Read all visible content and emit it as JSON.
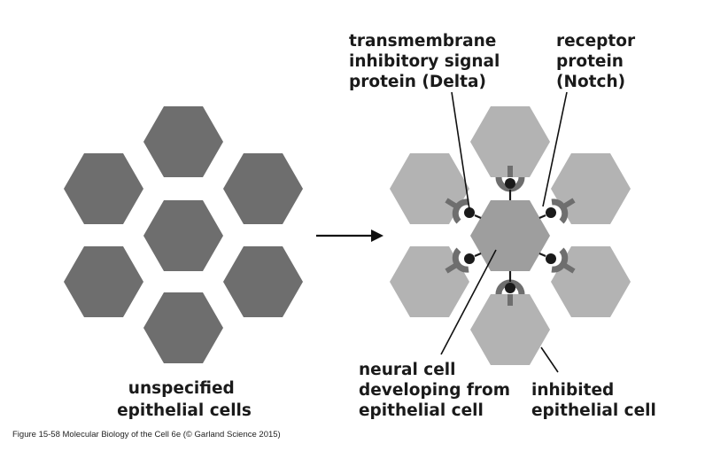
{
  "labels": {
    "left": [
      "unspecified",
      "epithelial cells"
    ],
    "delta": [
      "transmembrane",
      "inhibitory signal",
      "protein (Delta)"
    ],
    "notch": [
      "receptor",
      "protein",
      "(Notch)"
    ],
    "neural": [
      "neural cell",
      "developing from",
      "epithelial cell"
    ],
    "inhibited": [
      "inhibited",
      "epithelial cell"
    ]
  },
  "caption": "Figure 15-58  Molecular Biology of the Cell 6e (© Garland Science 2015)",
  "colors": {
    "unspecified_cell": "#6e6e6e",
    "inhibited_cell": "#b3b3b3",
    "neural_cell": "#9e9e9e",
    "receptor": "#6e6e6e",
    "ligand": "#1a1a1a",
    "line": "#111111"
  }
}
